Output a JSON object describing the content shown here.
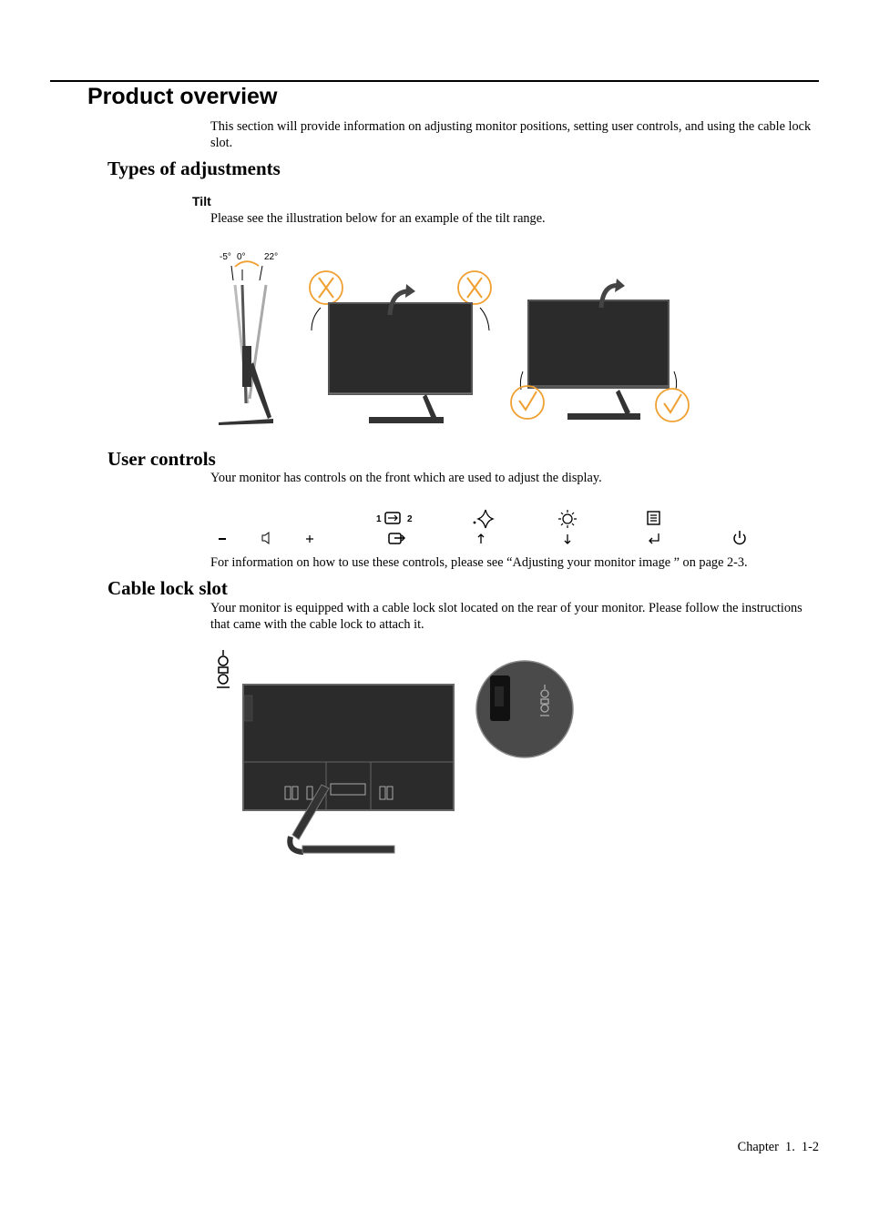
{
  "page": {
    "title": "Product overview",
    "intro": "This section will provide information on adjusting monitor positions, setting user controls, and using the cable lock slot.",
    "footer": "Chapter  1.  1-2"
  },
  "adjustments": {
    "heading": "Types of adjustments",
    "tilt": {
      "heading": "Tilt",
      "text": "Please see the illustration below for an example of the tilt range.",
      "angle_labels": [
        "-5°",
        "0°",
        "22°"
      ]
    }
  },
  "user_controls": {
    "heading": "User controls",
    "text": "Your monitor has controls on the front which are used to adjust the display.",
    "footnote": "For information on how to use these controls, please see “Adjusting your monitor image ” on page 2-3.",
    "buttons": [
      {
        "icon": "minus-icon"
      },
      {
        "icon": "volume-icon"
      },
      {
        "icon": "plus-icon"
      },
      {
        "top_icon": "input-switch-icon",
        "top_labels": [
          "1",
          "2"
        ],
        "bottom_icon": "exit-icon"
      },
      {
        "top_icon": "sparkle-icon",
        "bottom_icon": "arrow-up-icon"
      },
      {
        "top_icon": "brightness-icon",
        "bottom_icon": "arrow-down-icon"
      },
      {
        "top_icon": "menu-icon",
        "bottom_icon": "enter-icon"
      },
      {
        "icon": "power-icon"
      }
    ]
  },
  "cable_lock": {
    "heading": "Cable lock slot",
    "text": "Your monitor is equipped with a cable lock slot located on the rear of your monitor. Please follow the instructions that came with the cable lock to attach it."
  },
  "colors": {
    "accent_orange": "#f0a030",
    "monitor_dark": "#2b2b2b",
    "stand_gray": "#333333"
  }
}
